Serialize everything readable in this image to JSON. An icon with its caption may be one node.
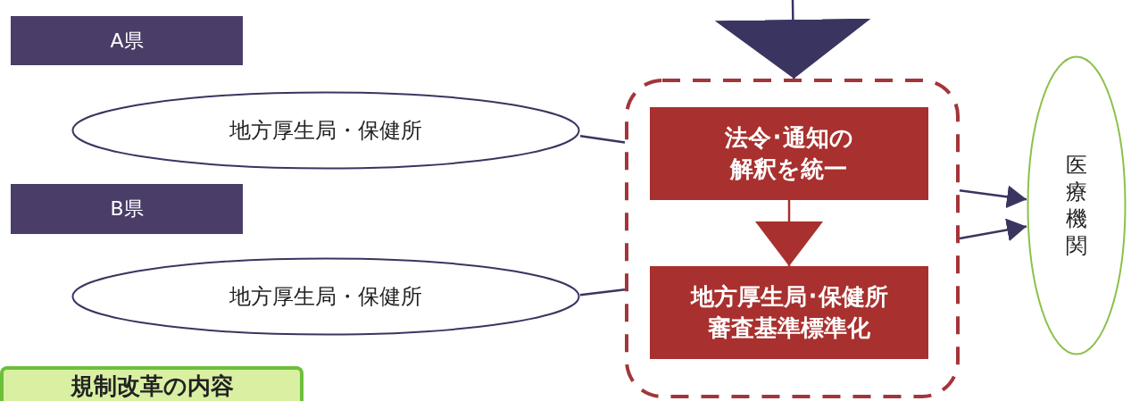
{
  "diagram": {
    "nodes": [
      {
        "text": [
          "A県"
        ]
      },
      {
        "text": [
          "地方厚生局・保健所"
        ]
      },
      {
        "text": [
          "B県"
        ]
      },
      {
        "text": [
          "地方厚生局・保健所"
        ]
      },
      {
        "text": [],
        "shape": "box"
      },
      {
        "text": [
          "法令･通知の解釈を統一"
        ],
        "in": 4
      },
      {
        "text": [
          "地方厚生局･保健所審査基準標準化"
        ],
        "in": 4
      },
      {
        "text": [
          "医療機関"
        ]
      },
      {
        "text": [
          "規制改革の内容"
        ]
      }
    ],
    "edges": [
      {
        "from": null,
        "to": 4,
        "arrow": "to"
      },
      {
        "from": 1,
        "to": 4,
        "arrow": "none"
      },
      {
        "from": 3,
        "to": 4,
        "arrow": "none"
      },
      {
        "from": 5,
        "to": 6,
        "arrow": "to",
        "color": "#a8302e"
      },
      {
        "from": 4,
        "to": 7,
        "arrow": "to"
      },
      {
        "from": 4,
        "to": 7,
        "arrow": "to"
      }
    ]
  }
}
